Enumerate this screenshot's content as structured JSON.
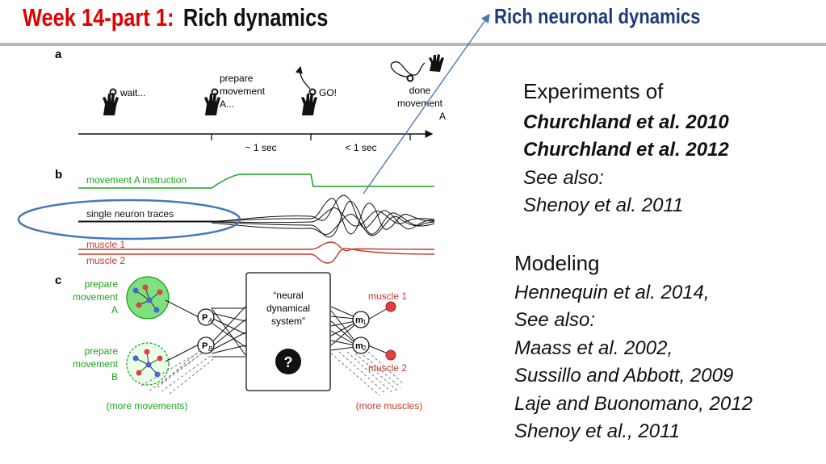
{
  "header": {
    "title_red": "Week 14-part 1:",
    "title_black": "Rich dynamics",
    "annotation": "Rich neuronal dynamics"
  },
  "figure": {
    "panel_a": {
      "label": "a",
      "wait": "wait...",
      "prepare": [
        "prepare",
        "movement",
        "A..."
      ],
      "go": "GO!",
      "done": [
        "done",
        "movement",
        "A"
      ],
      "interval_1": "~ 1 sec",
      "interval_2": "< 1 sec"
    },
    "panel_b": {
      "label": "b",
      "instruction": "movement A instruction",
      "neuron": "single neuron traces",
      "muscle1": "muscle 1",
      "muscle2": "muscle 2"
    },
    "panel_c": {
      "label": "c",
      "prep_a": [
        "prepare",
        "movement",
        "A"
      ],
      "prep_b": [
        "prepare",
        "movement",
        "B"
      ],
      "pa": "P",
      "pa_sub": "A",
      "pb": "P",
      "pb_sub": "B",
      "system": [
        "“neural",
        "dynamical",
        "system”"
      ],
      "question": "?",
      "m1": "m",
      "m1_sub": "1",
      "m2": "m",
      "m2_sub": "2",
      "muscle1": "muscle 1",
      "muscle2": "muscle 2",
      "more_movements": "(more movements)",
      "more_muscles": "(more muscles)"
    }
  },
  "references": {
    "experiments_heading": "Experiments of",
    "exp_bold": [
      "Churchland et al. 2010",
      "Churchland et al. 2012"
    ],
    "exp_see_also": "See also:",
    "exp_other": "Shenoy et al. 2011",
    "modeling_heading": "Modeling",
    "model_main": "Hennequin et al. 2014,",
    "model_see_also": "See also:",
    "model_others": [
      "Maass et al. 2002,",
      "Sussillo and Abbott, 2009",
      "Laje and Buonomano, 2012",
      "Shenoy et al., 2011"
    ]
  },
  "colors": {
    "title_red": "#e00000",
    "annotation_blue": "#1f3a7a",
    "green": "#1aa31a",
    "muscle_red": "#c0392b",
    "ellipse_blue": "#4a78b5"
  }
}
